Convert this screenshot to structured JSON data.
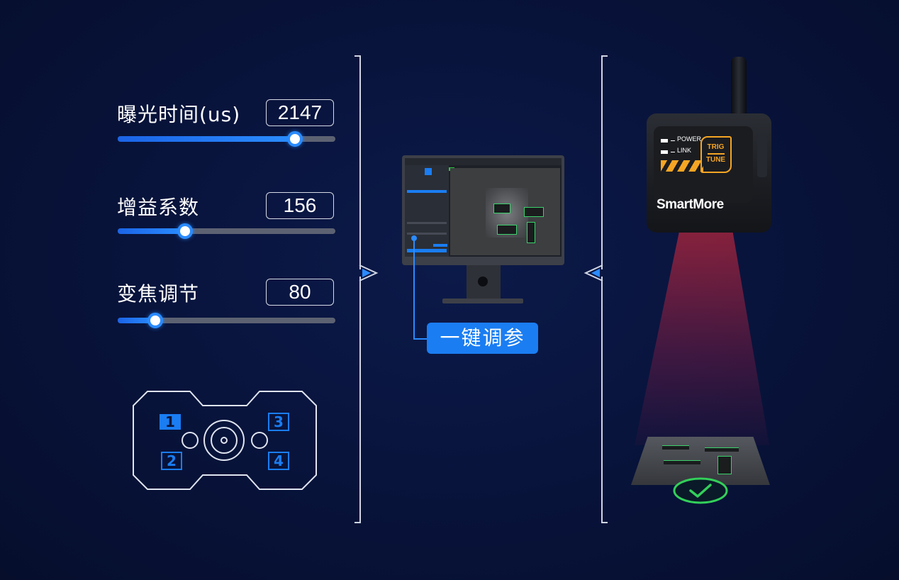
{
  "sliders": [
    {
      "label": "曝光时间(us)",
      "value": "2147",
      "level": 0.81
    },
    {
      "label": "增益系数",
      "value": "156",
      "level": 0.31
    },
    {
      "label": "变焦调节",
      "value": "80",
      "level": 0.17
    }
  ],
  "lens_selector": {
    "buttons": [
      "1",
      "2",
      "3",
      "4"
    ],
    "selected": "1"
  },
  "action": {
    "one_click_label": "一键调参"
  },
  "camera": {
    "power_label": "POWER",
    "link_label": "LINK",
    "tune_badge_top": "TRIG",
    "tune_badge_bottom": "TUNE",
    "brand": "SmartMore"
  },
  "colors": {
    "background": "#08133a",
    "accent": "#2a8bff",
    "badge_orange": "#f5a524",
    "ok_green": "#33d05a",
    "beam_red": "#c8283c"
  }
}
